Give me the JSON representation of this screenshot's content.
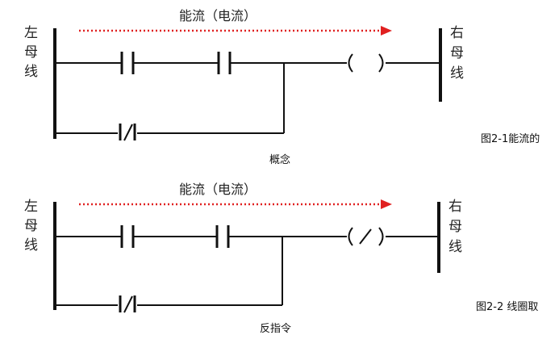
{
  "diagrams": [
    {
      "left_rail_label": [
        "左",
        "母",
        "线"
      ],
      "right_rail_label": [
        "右",
        "母",
        "线"
      ],
      "flow_label": "能流（电流）",
      "figure_caption": "图2-1能流的",
      "figure_caption_2": "概念",
      "output": "coil"
    },
    {
      "left_rail_label": [
        "左",
        "母",
        "线"
      ],
      "right_rail_label": [
        "右",
        "母",
        "线"
      ],
      "flow_label": "能流（电流）",
      "figure_caption": "图2-2 线圈取",
      "figure_caption_2": "反指令",
      "output": "negated-coil"
    }
  ],
  "colors": {
    "line": "#111111",
    "flow_arrow": "#e02020",
    "text": "#222222"
  }
}
